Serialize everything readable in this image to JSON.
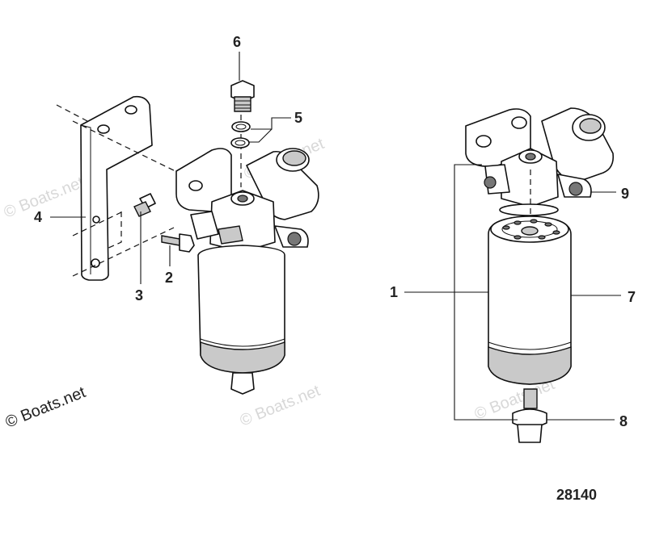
{
  "diagram_id": "28140",
  "watermark": "© Boats.net",
  "callouts": {
    "c1": "1",
    "c2": "2",
    "c3": "3",
    "c4": "4",
    "c5": "5",
    "c6": "6",
    "c7": "7",
    "c8": "8",
    "c9": "9"
  }
}
